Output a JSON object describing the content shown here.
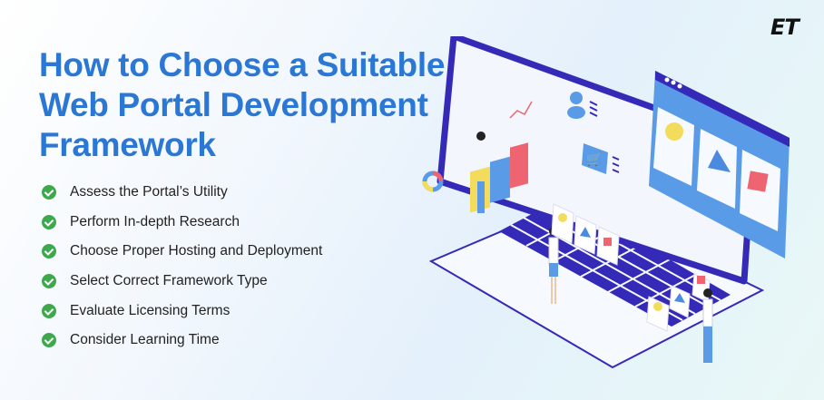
{
  "brand": {
    "logo_text": "ET"
  },
  "header": {
    "title_lines": [
      "How to Choose a Suitable",
      "Web Portal Development",
      "Framework"
    ]
  },
  "checklist": {
    "icon": "check-circle-icon",
    "items": [
      {
        "label": "Assess the Portal’s Utility"
      },
      {
        "label": "Perform In-depth Research"
      },
      {
        "label": "Choose Proper Hosting and Deployment"
      },
      {
        "label": "Select Correct Framework Type"
      },
      {
        "label": "Evaluate Licensing Terms"
      },
      {
        "label": "Consider Learning Time"
      }
    ]
  },
  "colors": {
    "title": "#2b77d6",
    "check": "#3ea84d",
    "laptop": "#3529b8",
    "window": "#5a9be8"
  }
}
